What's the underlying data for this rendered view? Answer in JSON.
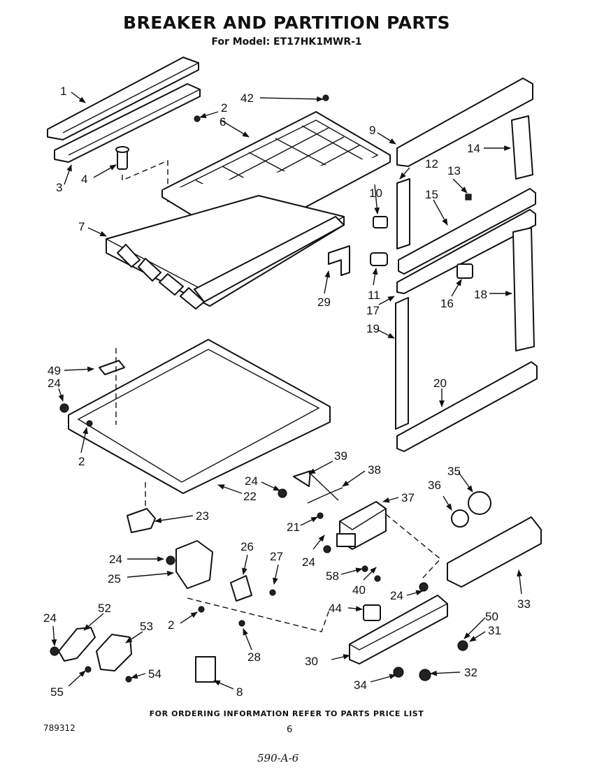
{
  "header": {
    "title": "BREAKER AND PARTITION PARTS",
    "model_line": "For Model: ET17HK1MWR-1"
  },
  "diagram": {
    "callouts": {
      "c1": "1",
      "c2a": "2",
      "c2b": "2",
      "c2c": "2",
      "c3": "3",
      "c4": "4",
      "c6": "6",
      "c7": "7",
      "c8": "8",
      "c9": "9",
      "c10": "10",
      "c11": "11",
      "c12": "12",
      "c13": "13",
      "c14": "14",
      "c15": "15",
      "c16": "16",
      "c17": "17",
      "c18": "18",
      "c19": "19",
      "c20": "20",
      "c21": "21",
      "c22": "22",
      "c23": "23",
      "c24a": "24",
      "c24b": "24",
      "c24c": "24",
      "c24d": "24",
      "c24e": "24",
      "c24f": "24",
      "c25": "25",
      "c26": "26",
      "c27": "27",
      "c28": "28",
      "c29": "29",
      "c30": "30",
      "c31": "31",
      "c32": "32",
      "c33": "33",
      "c34": "34",
      "c35": "35",
      "c36": "36",
      "c37": "37",
      "c38": "38",
      "c39": "39",
      "c40": "40",
      "c42": "42",
      "c44": "44",
      "c49": "49",
      "c50": "50",
      "c52": "52",
      "c53": "53",
      "c54": "54",
      "c55": "55",
      "c58": "58"
    }
  },
  "footer": {
    "ordering_note": "FOR ORDERING INFORMATION REFER TO PARTS PRICE LIST",
    "code": "789312",
    "page": "6",
    "handwritten": "590-A-6"
  }
}
